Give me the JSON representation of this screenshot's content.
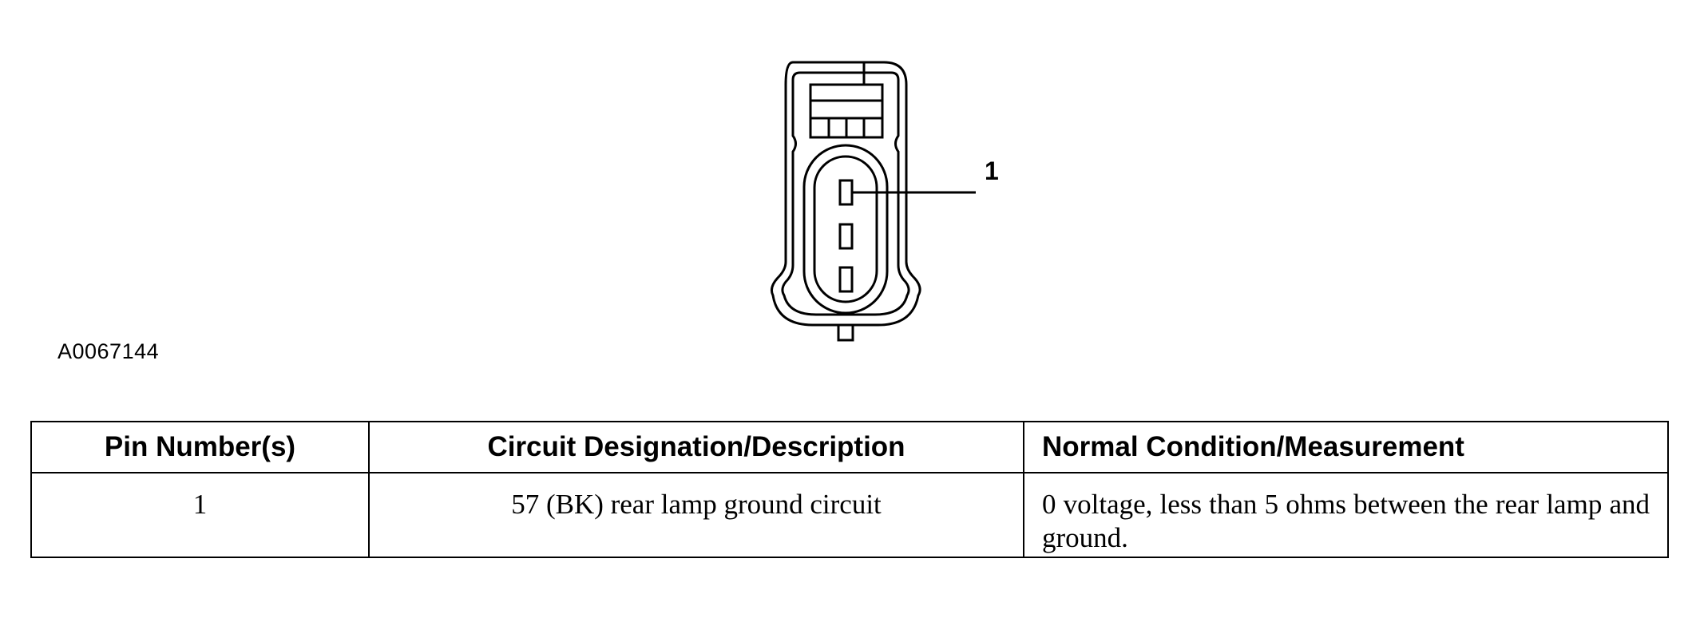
{
  "figure": {
    "callout_number": "1",
    "figure_id": "A0067144"
  },
  "table": {
    "headers": [
      "Pin Number(s)",
      "Circuit Designation/Description",
      "Normal Condition/Measurement"
    ],
    "rows": [
      [
        "1",
        "57 (BK) rear lamp ground circuit",
        "0 voltage, less than 5 ohms between the rear lamp and ground."
      ]
    ]
  }
}
